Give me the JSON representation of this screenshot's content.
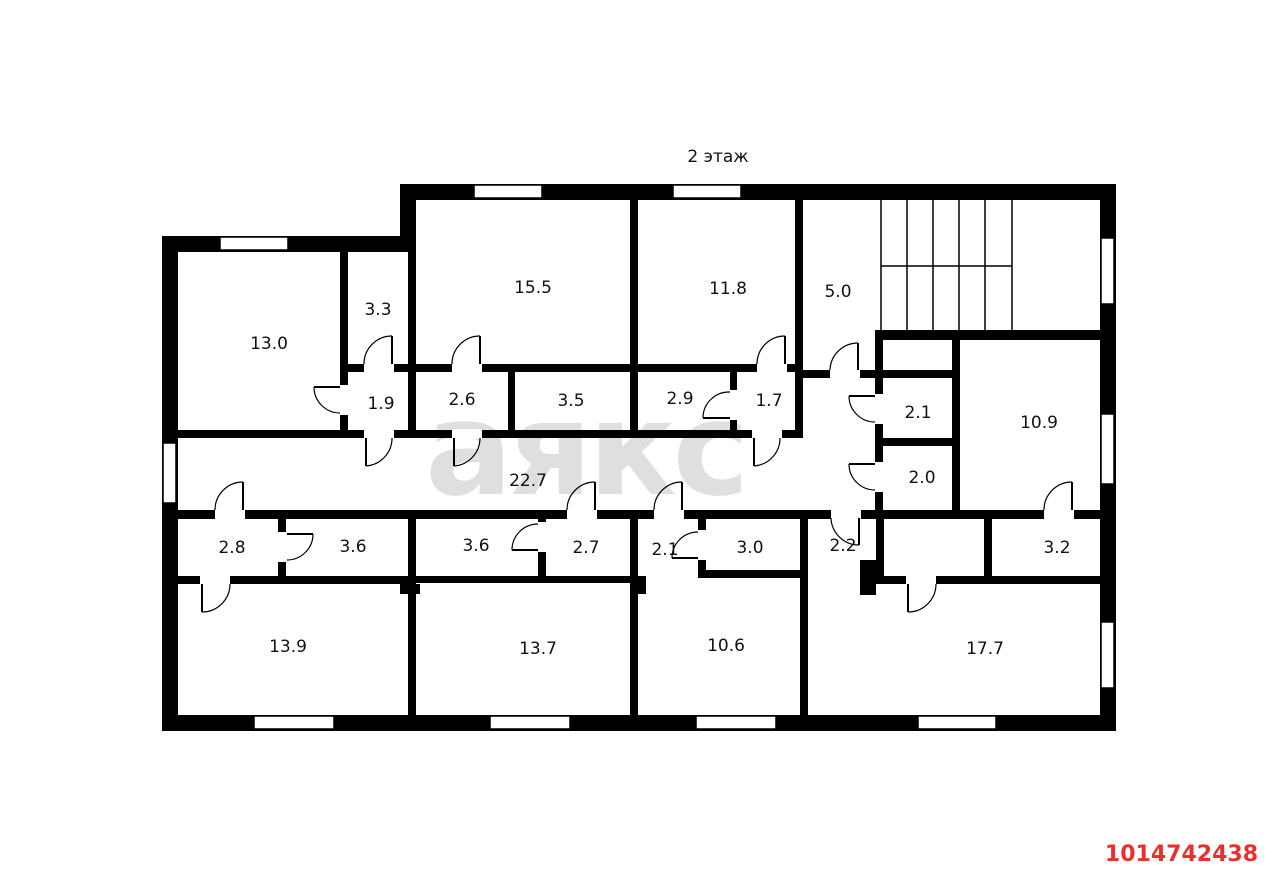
{
  "floor_title": "2 этаж",
  "watermark": "аякс",
  "listing_id": "1014742438",
  "colors": {
    "wall": "#000000",
    "listing_id": "#e8312a",
    "watermark": "#cccccc"
  },
  "rooms": [
    {
      "id": "room-13-0",
      "label": "13.0"
    },
    {
      "id": "room-3-3",
      "label": "3.3"
    },
    {
      "id": "room-15-5",
      "label": "15.5"
    },
    {
      "id": "room-11-8",
      "label": "11.8"
    },
    {
      "id": "room-5-0",
      "label": "5.0"
    },
    {
      "id": "room-1-9",
      "label": "1.9"
    },
    {
      "id": "room-2-6",
      "label": "2.6"
    },
    {
      "id": "room-3-5",
      "label": "3.5"
    },
    {
      "id": "room-2-9",
      "label": "2.9"
    },
    {
      "id": "room-1-7",
      "label": "1.7"
    },
    {
      "id": "room-2-1-right",
      "label": "2.1"
    },
    {
      "id": "room-10-9",
      "label": "10.9"
    },
    {
      "id": "room-2-0",
      "label": "2.0"
    },
    {
      "id": "room-22-7",
      "label": "22.7"
    },
    {
      "id": "room-2-8",
      "label": "2.8"
    },
    {
      "id": "room-3-6-left",
      "label": "3.6"
    },
    {
      "id": "room-3-6-right",
      "label": "3.6"
    },
    {
      "id": "room-2-7",
      "label": "2.7"
    },
    {
      "id": "room-2-1-mid",
      "label": "2.1"
    },
    {
      "id": "room-3-0",
      "label": "3.0"
    },
    {
      "id": "room-2-2",
      "label": "2.2"
    },
    {
      "id": "room-3-2",
      "label": "3.2"
    },
    {
      "id": "room-13-9",
      "label": "13.9"
    },
    {
      "id": "room-13-7",
      "label": "13.7"
    },
    {
      "id": "room-10-6",
      "label": "10.6"
    },
    {
      "id": "room-17-7",
      "label": "17.7"
    }
  ]
}
